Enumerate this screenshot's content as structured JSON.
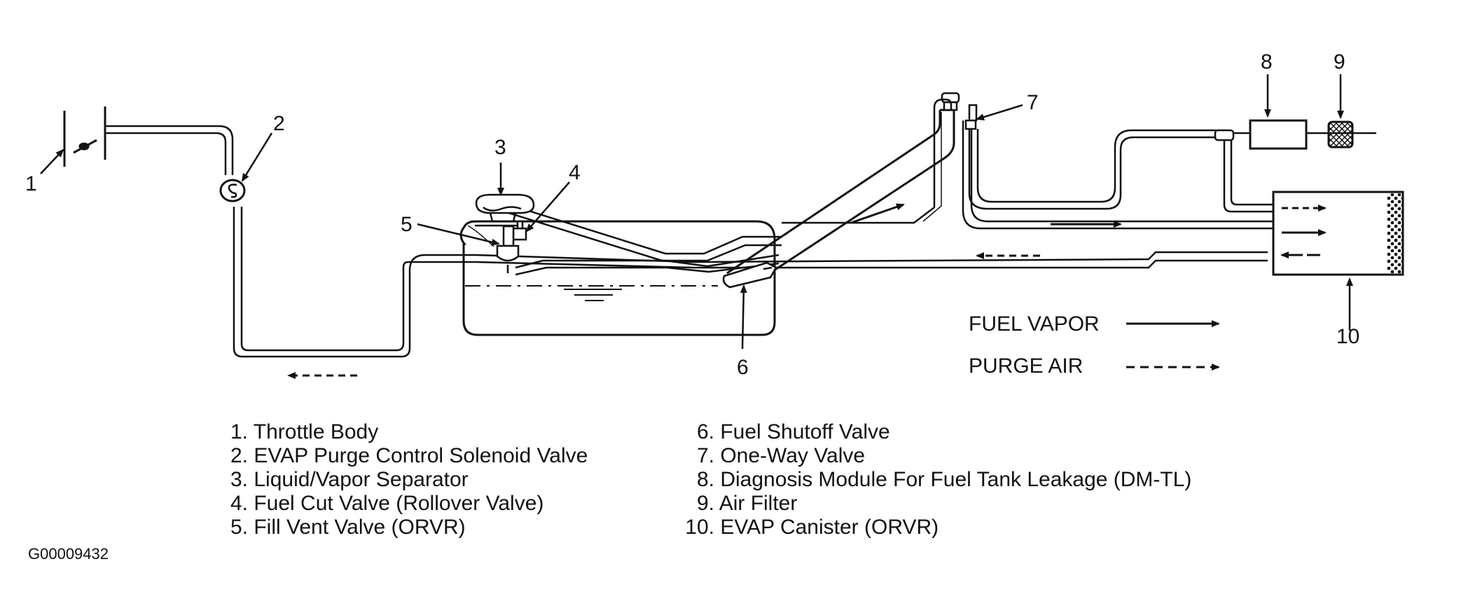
{
  "diagram": {
    "callouts": {
      "c1": "1",
      "c2": "2",
      "c3": "3",
      "c4": "4",
      "c5": "5",
      "c6": "6",
      "c7": "7",
      "c8": "8",
      "c9": "9",
      "c10": "10"
    },
    "legend": {
      "fuel_vapor": "FUEL VAPOR",
      "purge_air": "PURGE AIR"
    }
  },
  "key": {
    "left": [
      {
        "num": "1.",
        "label": "Throttle Body"
      },
      {
        "num": "2.",
        "label": "EVAP Purge Control Solenoid Valve"
      },
      {
        "num": "3.",
        "label": "Liquid/Vapor Separator"
      },
      {
        "num": "4.",
        "label": "Fuel Cut Valve (Rollover Valve)"
      },
      {
        "num": "5.",
        "label": "Fill Vent Valve (ORVR)"
      }
    ],
    "right": [
      {
        "num": "6.",
        "label": "Fuel Shutoff Valve"
      },
      {
        "num": "7.",
        "label": "One-Way Valve"
      },
      {
        "num": "8.",
        "label": "Diagnosis Module For Fuel Tank Leakage (DM-TL)"
      },
      {
        "num": "9.",
        "label": "Air Filter"
      },
      {
        "num": "10.",
        "label": "EVAP Canister (ORVR)"
      }
    ]
  },
  "figure_id": "G00009432"
}
